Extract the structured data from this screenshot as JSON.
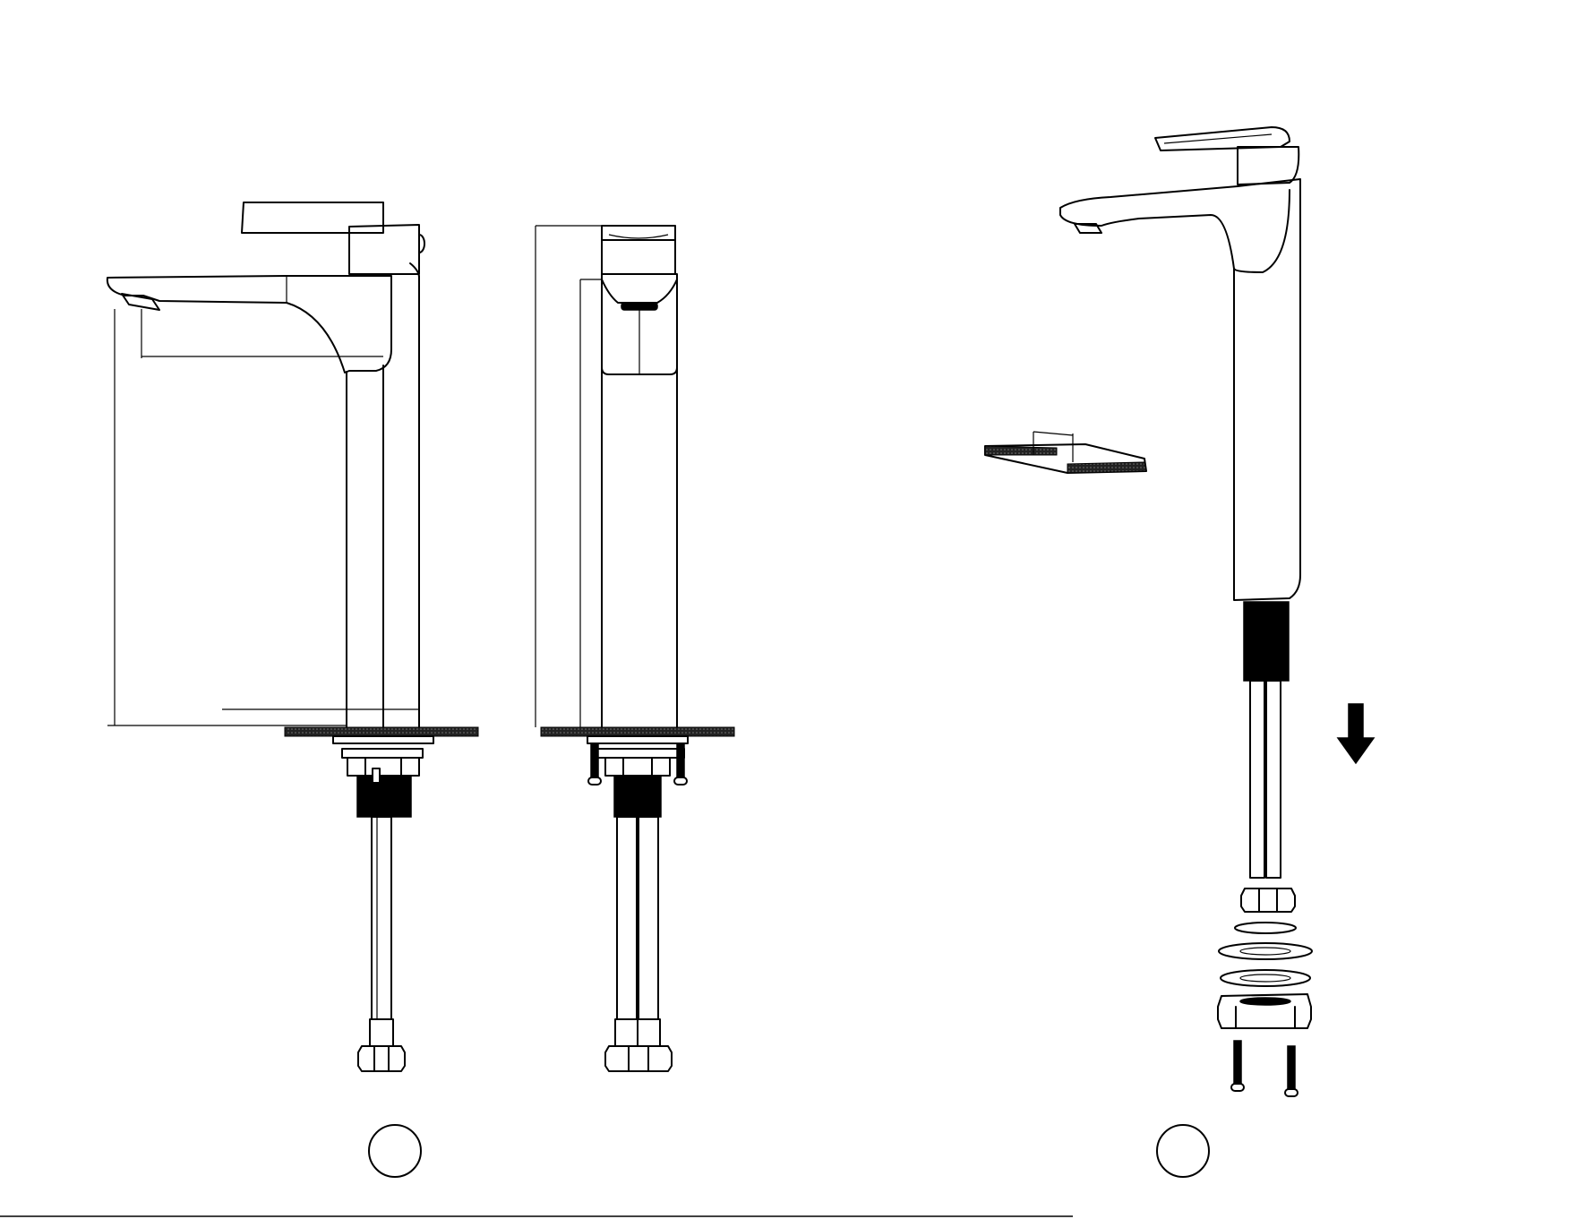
{
  "document": {
    "type": "installation-manual-spread",
    "pages": [
      {
        "id": "left",
        "content": "dimension-drawings",
        "views": [
          "side-view",
          "front-view"
        ],
        "page_number": ""
      },
      {
        "id": "right",
        "content": "exploded-installation-view",
        "page_number": ""
      }
    ],
    "install_direction_icon": "arrow-down-icon",
    "colors": {
      "line": "#000000",
      "background": "#ffffff"
    }
  }
}
